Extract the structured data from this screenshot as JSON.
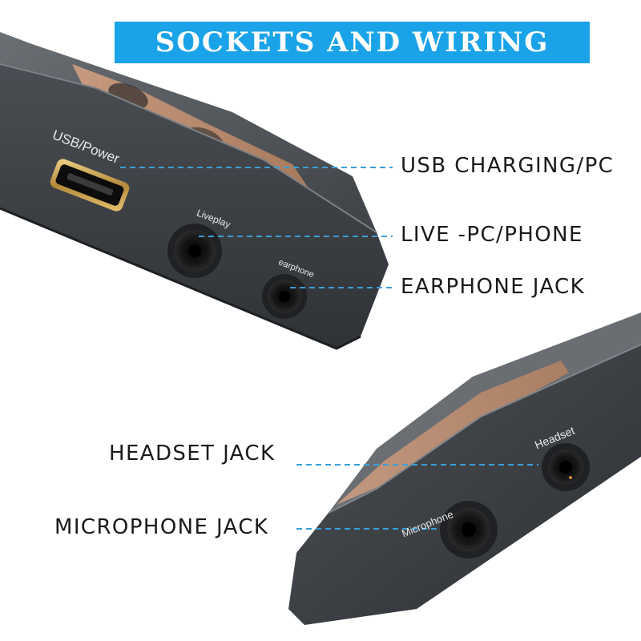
{
  "banner": {
    "title": "SOCKETS AND WIRING",
    "background_color": "#1aa3e8"
  },
  "callouts": {
    "usb": "USB CHARGING/PC",
    "live": "LIVE -PC/PHONE",
    "earphone": "EARPHONE JACK",
    "headset": "HEADSET JACK",
    "microphone": "MICROPHONE JACK",
    "leader_color": "#3a9fd8"
  },
  "device_labels": {
    "usb": "USB/Power",
    "liveplay": "Liveplay",
    "earphone": "earphone",
    "headset": "Headset",
    "microphone": "Microphone"
  }
}
